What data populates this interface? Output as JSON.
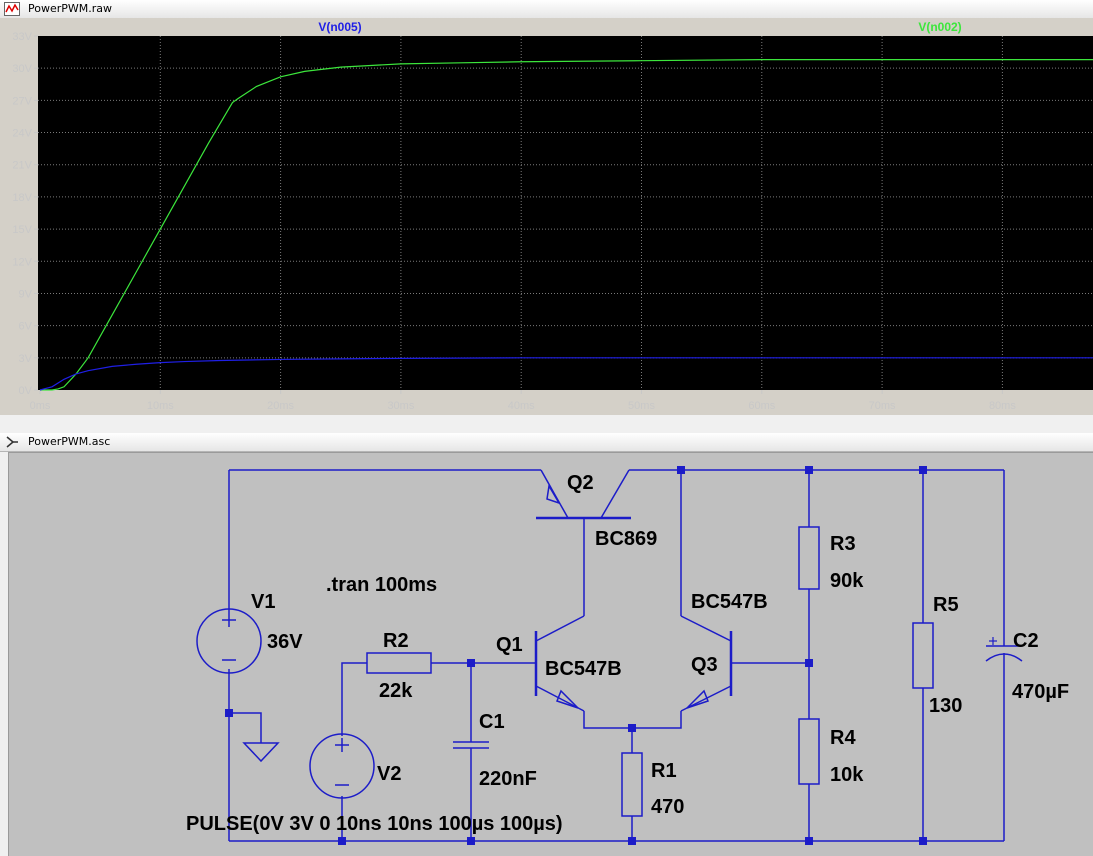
{
  "plot_window": {
    "title": "PowerPWM.raw",
    "traces": [
      {
        "name": "V(n005)",
        "color": "#1f1fe6"
      },
      {
        "name": "V(n002)",
        "color": "#3ce63c"
      }
    ],
    "background": "#000000",
    "grid": true
  },
  "chart_data": {
    "type": "line",
    "xlabel": "",
    "ylabel": "",
    "x_ticks": [
      "0ms",
      "10ms",
      "20ms",
      "30ms",
      "40ms",
      "50ms",
      "60ms",
      "70ms",
      "80ms"
    ],
    "y_ticks": [
      "0V",
      "3V",
      "6V",
      "9V",
      "12V",
      "15V",
      "18V",
      "21V",
      "24V",
      "27V",
      "30V",
      "33V"
    ],
    "xlim": [
      0,
      88
    ],
    "ylim": [
      0,
      33
    ],
    "series": [
      {
        "name": "V(n002)",
        "color": "#3ce63c",
        "x": [
          0,
          1,
          1.5,
          2,
          3,
          4,
          6,
          8,
          10,
          12,
          14,
          16,
          16.5,
          18,
          20,
          22,
          25,
          30,
          35,
          40,
          50,
          60,
          70,
          80,
          88
        ],
        "y": [
          0,
          0,
          0.1,
          0.3,
          1.5,
          3,
          7,
          11,
          15,
          19,
          23,
          26.8,
          27.2,
          28.3,
          29.2,
          29.7,
          30.1,
          30.4,
          30.5,
          30.6,
          30.7,
          30.8,
          30.8,
          30.8,
          30.8
        ]
      },
      {
        "name": "V(n005)",
        "color": "#1f1fe6",
        "x": [
          0,
          1,
          2,
          3,
          4,
          6,
          8,
          10,
          12,
          15,
          20,
          25,
          30,
          40,
          60,
          88
        ],
        "y": [
          0,
          0.3,
          1.0,
          1.5,
          1.8,
          2.2,
          2.4,
          2.55,
          2.65,
          2.75,
          2.85,
          2.9,
          2.95,
          3.0,
          3.0,
          3.0
        ]
      }
    ]
  },
  "schematic_window": {
    "title": "PowerPWM.asc",
    "directive": ".tran 100ms",
    "components": {
      "V1": {
        "name": "V1",
        "value": "36V"
      },
      "V2": {
        "name": "V2",
        "value": "PULSE(0V 3V 0 10ns 10ns 100µs 100µs)"
      },
      "R1": {
        "name": "R1",
        "value": "470"
      },
      "R2": {
        "name": "R2",
        "value": "22k"
      },
      "R3": {
        "name": "R3",
        "value": "90k"
      },
      "R4": {
        "name": "R4",
        "value": "10k"
      },
      "R5": {
        "name": "R5",
        "value": "130"
      },
      "C1": {
        "name": "C1",
        "value": "220nF"
      },
      "C2": {
        "name": "C2",
        "value": "470µF"
      },
      "Q1": {
        "name": "Q1",
        "value": "BC547B"
      },
      "Q2": {
        "name": "Q2",
        "value": "BC869"
      },
      "Q3": {
        "name": "Q3",
        "value": "BC547B"
      }
    },
    "wire_color": "#1c1cc8"
  }
}
